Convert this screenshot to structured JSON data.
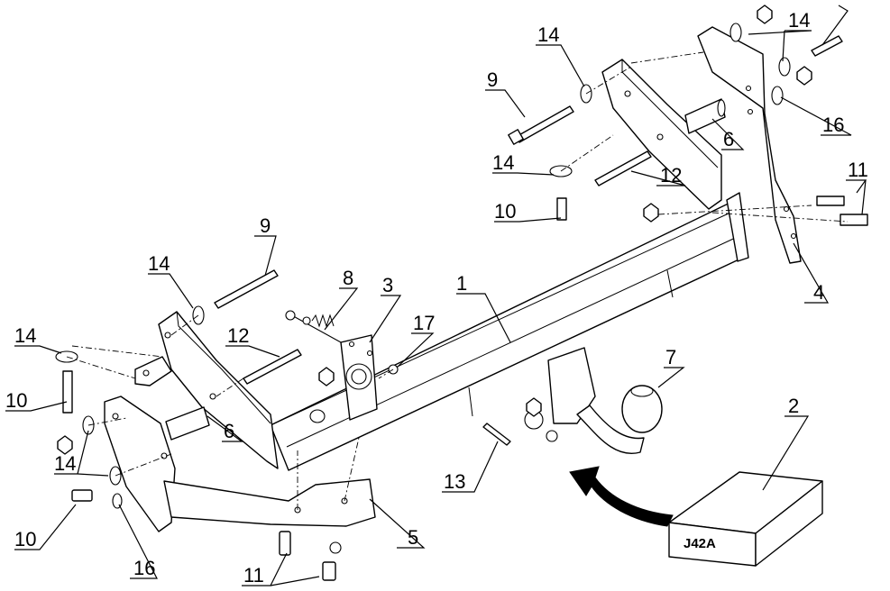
{
  "diagram": {
    "product_code": "J42A",
    "callouts": [
      {
        "id": "c1",
        "label": "1"
      },
      {
        "id": "c2",
        "label": "2"
      },
      {
        "id": "c3",
        "label": "3"
      },
      {
        "id": "c4",
        "label": "4"
      },
      {
        "id": "c5",
        "label": "5"
      },
      {
        "id": "c6a",
        "label": "6"
      },
      {
        "id": "c6b",
        "label": "6"
      },
      {
        "id": "c7",
        "label": "7"
      },
      {
        "id": "c8",
        "label": "8"
      },
      {
        "id": "c9a",
        "label": "9"
      },
      {
        "id": "c9b",
        "label": "9"
      },
      {
        "id": "c10a",
        "label": "10"
      },
      {
        "id": "c10b",
        "label": "10"
      },
      {
        "id": "c10c",
        "label": "10"
      },
      {
        "id": "c11a",
        "label": "11"
      },
      {
        "id": "c11b",
        "label": "11"
      },
      {
        "id": "c12a",
        "label": "12"
      },
      {
        "id": "c12b",
        "label": "12"
      },
      {
        "id": "c13",
        "label": "13"
      },
      {
        "id": "c14a",
        "label": "14"
      },
      {
        "id": "c14b",
        "label": "14"
      },
      {
        "id": "c14c",
        "label": "14"
      },
      {
        "id": "c14d",
        "label": "14"
      },
      {
        "id": "c14e",
        "label": "14"
      },
      {
        "id": "c14f",
        "label": "14"
      },
      {
        "id": "c16a",
        "label": "16"
      },
      {
        "id": "c16b",
        "label": "16"
      },
      {
        "id": "c17",
        "label": "17"
      }
    ]
  }
}
